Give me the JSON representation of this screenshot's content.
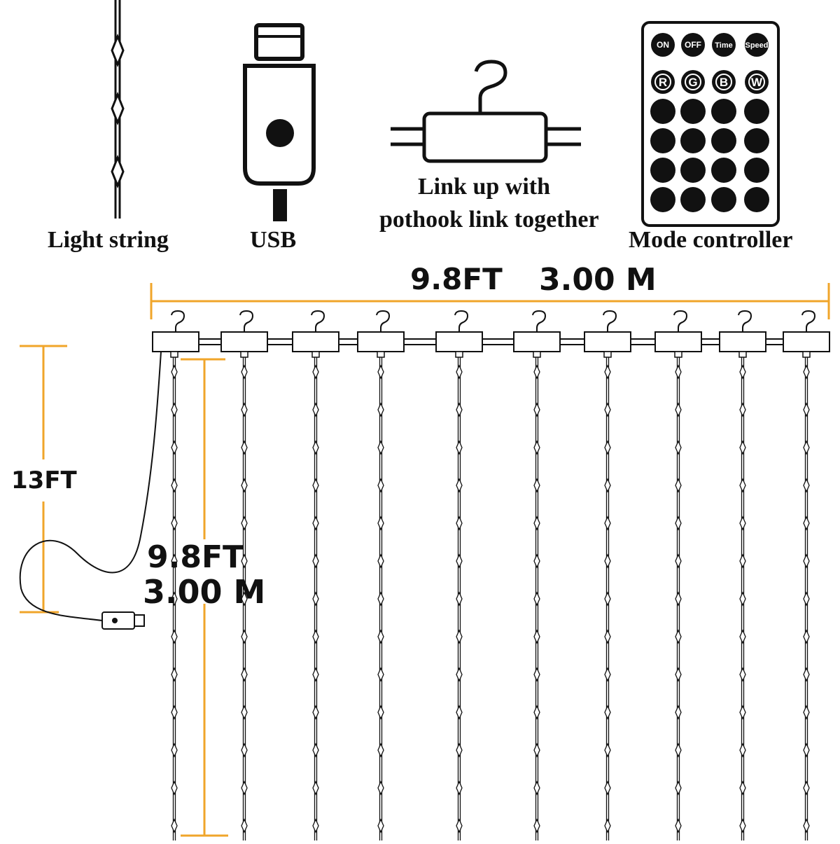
{
  "components": {
    "light_string": {
      "label": "Light string"
    },
    "usb": {
      "label": "USB"
    },
    "link": {
      "label_line1": "Link up with",
      "label_line2": "pothook link together"
    },
    "controller": {
      "label": "Mode controller",
      "top_buttons": [
        "ON",
        "OFF",
        "Time",
        "Speed"
      ],
      "color_buttons": [
        "R",
        "G",
        "B",
        "W"
      ],
      "blank_rows": 4
    }
  },
  "dimensions": {
    "width_ft": "9.8FT",
    "width_m": "3.00 M",
    "cable_ft": "13FT",
    "height_ft": "9.8FT",
    "height_m": "3.00 M"
  },
  "curtain": {
    "strand_count": 10
  },
  "colors": {
    "dimension_line": "#f0a52a",
    "ink": "#111111"
  }
}
